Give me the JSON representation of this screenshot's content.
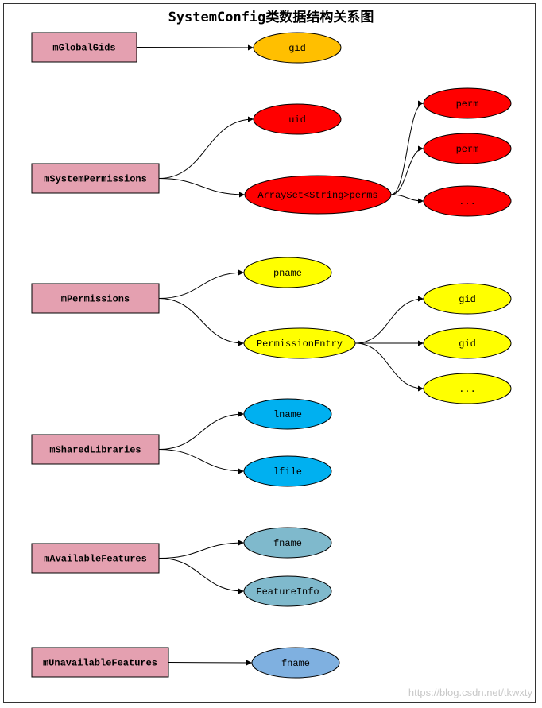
{
  "title": "SystemConfig类数据结构关系图",
  "watermark": "https://blog.csdn.net/tkwxty",
  "colors": {
    "box_fill": "#e4a0b0",
    "orange": "#ffbf00",
    "red": "#ff0000",
    "yellow": "#ffff00",
    "cyan": "#00b0f0",
    "teal": "#7fb9cc",
    "blue": "#7fb0e0"
  },
  "boxes": [
    {
      "id": "mGlobalGids",
      "label": "mGlobalGids"
    },
    {
      "id": "mSystemPermissions",
      "label": "mSystemPermissions"
    },
    {
      "id": "mPermissions",
      "label": "mPermissions"
    },
    {
      "id": "mSharedLibraries",
      "label": "mSharedLibraries"
    },
    {
      "id": "mAvailableFeatures",
      "label": "mAvailableFeatures"
    },
    {
      "id": "mUnavailableFeatures",
      "label": "mUnavailableFeatures"
    }
  ],
  "nodes": [
    {
      "id": "gid0",
      "label": "gid",
      "color": "orange"
    },
    {
      "id": "uid",
      "label": "uid",
      "color": "red"
    },
    {
      "id": "arrayset",
      "label": "ArraySet<String>perms",
      "color": "red"
    },
    {
      "id": "perm1",
      "label": "perm",
      "color": "red"
    },
    {
      "id": "perm2",
      "label": "perm",
      "color": "red"
    },
    {
      "id": "permdots",
      "label": "...",
      "color": "red"
    },
    {
      "id": "pname",
      "label": "pname",
      "color": "yellow"
    },
    {
      "id": "pentry",
      "label": "PermissionEntry",
      "color": "yellow"
    },
    {
      "id": "gid1",
      "label": "gid",
      "color": "yellow"
    },
    {
      "id": "gid2",
      "label": "gid",
      "color": "yellow"
    },
    {
      "id": "giddots",
      "label": "...",
      "color": "yellow"
    },
    {
      "id": "lname",
      "label": "lname",
      "color": "cyan"
    },
    {
      "id": "lfile",
      "label": "lfile",
      "color": "cyan"
    },
    {
      "id": "fname1",
      "label": "fname",
      "color": "teal"
    },
    {
      "id": "featureinfo",
      "label": "FeatureInfo",
      "color": "teal"
    },
    {
      "id": "fname2",
      "label": "fname",
      "color": "blue"
    }
  ],
  "edges": [
    {
      "from": "mGlobalGids",
      "to": "gid0"
    },
    {
      "from": "mSystemPermissions",
      "to": "uid"
    },
    {
      "from": "mSystemPermissions",
      "to": "arrayset"
    },
    {
      "from": "arrayset",
      "to": "perm1"
    },
    {
      "from": "arrayset",
      "to": "perm2"
    },
    {
      "from": "arrayset",
      "to": "permdots"
    },
    {
      "from": "mPermissions",
      "to": "pname"
    },
    {
      "from": "mPermissions",
      "to": "pentry"
    },
    {
      "from": "pentry",
      "to": "gid1"
    },
    {
      "from": "pentry",
      "to": "gid2"
    },
    {
      "from": "pentry",
      "to": "giddots"
    },
    {
      "from": "mSharedLibraries",
      "to": "lname"
    },
    {
      "from": "mSharedLibraries",
      "to": "lfile"
    },
    {
      "from": "mAvailableFeatures",
      "to": "fname1"
    },
    {
      "from": "mAvailableFeatures",
      "to": "featureinfo"
    },
    {
      "from": "mUnavailableFeatures",
      "to": "fname2"
    }
  ]
}
